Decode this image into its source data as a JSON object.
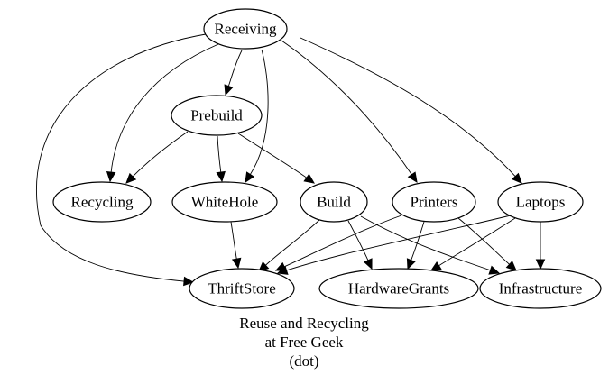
{
  "graph": {
    "layout_engine": "dot",
    "caption": [
      "Reuse and Recycling",
      "at Free Geek",
      "(dot)"
    ],
    "nodes": [
      {
        "id": "Receiving",
        "label": "Receiving"
      },
      {
        "id": "Prebuild",
        "label": "Prebuild"
      },
      {
        "id": "Recycling",
        "label": "Recycling"
      },
      {
        "id": "WhiteHole",
        "label": "WhiteHole"
      },
      {
        "id": "Build",
        "label": "Build"
      },
      {
        "id": "Printers",
        "label": "Printers"
      },
      {
        "id": "Laptops",
        "label": "Laptops"
      },
      {
        "id": "ThriftStore",
        "label": "ThriftStore"
      },
      {
        "id": "HardwareGrants",
        "label": "HardwareGrants"
      },
      {
        "id": "Infrastructure",
        "label": "Infrastructure"
      }
    ],
    "edges": [
      {
        "from": "Receiving",
        "to": "Prebuild"
      },
      {
        "from": "Receiving",
        "to": "Recycling"
      },
      {
        "from": "Receiving",
        "to": "WhiteHole"
      },
      {
        "from": "Receiving",
        "to": "ThriftStore"
      },
      {
        "from": "Receiving",
        "to": "Printers"
      },
      {
        "from": "Receiving",
        "to": "Laptops"
      },
      {
        "from": "Prebuild",
        "to": "Recycling"
      },
      {
        "from": "Prebuild",
        "to": "WhiteHole"
      },
      {
        "from": "Prebuild",
        "to": "Build"
      },
      {
        "from": "WhiteHole",
        "to": "ThriftStore"
      },
      {
        "from": "Build",
        "to": "ThriftStore"
      },
      {
        "from": "Build",
        "to": "HardwareGrants"
      },
      {
        "from": "Build",
        "to": "Infrastructure"
      },
      {
        "from": "Printers",
        "to": "ThriftStore"
      },
      {
        "from": "Printers",
        "to": "HardwareGrants"
      },
      {
        "from": "Printers",
        "to": "Infrastructure"
      },
      {
        "from": "Laptops",
        "to": "ThriftStore"
      },
      {
        "from": "Laptops",
        "to": "HardwareGrants"
      },
      {
        "from": "Laptops",
        "to": "Infrastructure"
      }
    ]
  }
}
